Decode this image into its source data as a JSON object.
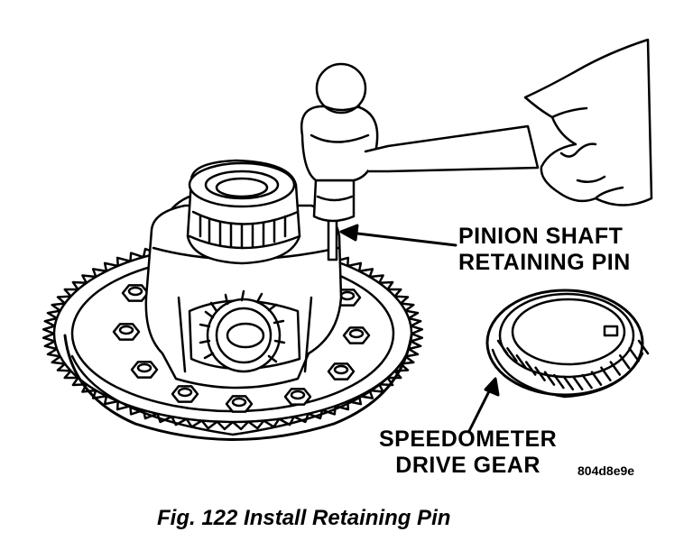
{
  "figure": {
    "callouts": {
      "pinion_shaft_retaining_pin": [
        "PINION SHAFT",
        "RETAINING PIN"
      ],
      "speedometer_drive_gear": [
        "SPEEDOMETER",
        "DRIVE GEAR"
      ]
    },
    "image_code": "804d8e9e",
    "caption": "Fig. 122 Install Retaining Pin"
  }
}
